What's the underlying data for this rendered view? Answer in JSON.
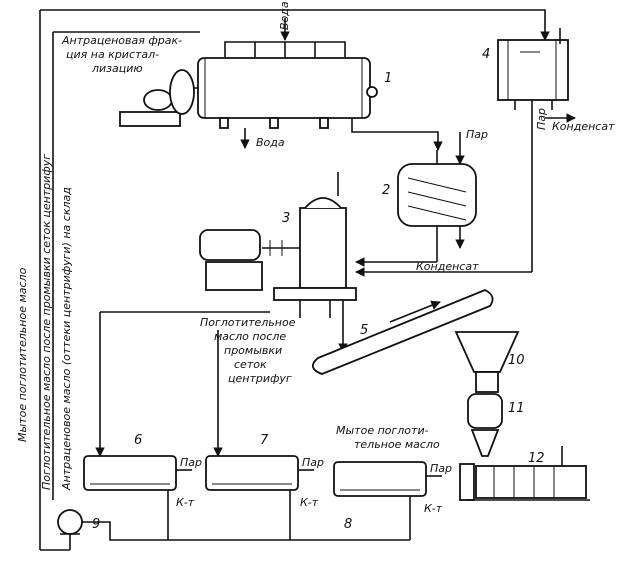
{
  "labels": {
    "anthracene_fraction": [
      "Антраценовая фрак-",
      "ция на кристал-",
      "лизацию"
    ],
    "water_in": "Вода",
    "water_out": "Вода",
    "steam_top": "Пар",
    "steam_right": "Пар",
    "condensate_right": "Конденсат",
    "condensate_mid": "Конденсат",
    "absorbent_oil_after_wash": [
      "Поглотительное",
      "масло после",
      "промывки",
      "сеток",
      "центрифуг"
    ],
    "washed_absorbent_oil": [
      "Мытое поглоти-",
      "тельное масло"
    ],
    "steam_6": "Пар",
    "steam_7": "Пар",
    "steam_8": "Пар",
    "km_6": "К-т",
    "km_7": "К-т",
    "km_8": "К-т",
    "vertical_1": "Мытое поглотительное масло",
    "vertical_2": "Поглотительное масло после промывки сеток центрифуг",
    "vertical_3": "Антраценовое масло (оттеки центрифуги) на склад"
  },
  "numbers": {
    "n1": "1",
    "n2": "2",
    "n3": "3",
    "n4": "4",
    "n5": "5",
    "n6": "6",
    "n7": "7",
    "n8": "8",
    "n9": "9",
    "n10": "10",
    "n11": "11",
    "n12": "12"
  }
}
